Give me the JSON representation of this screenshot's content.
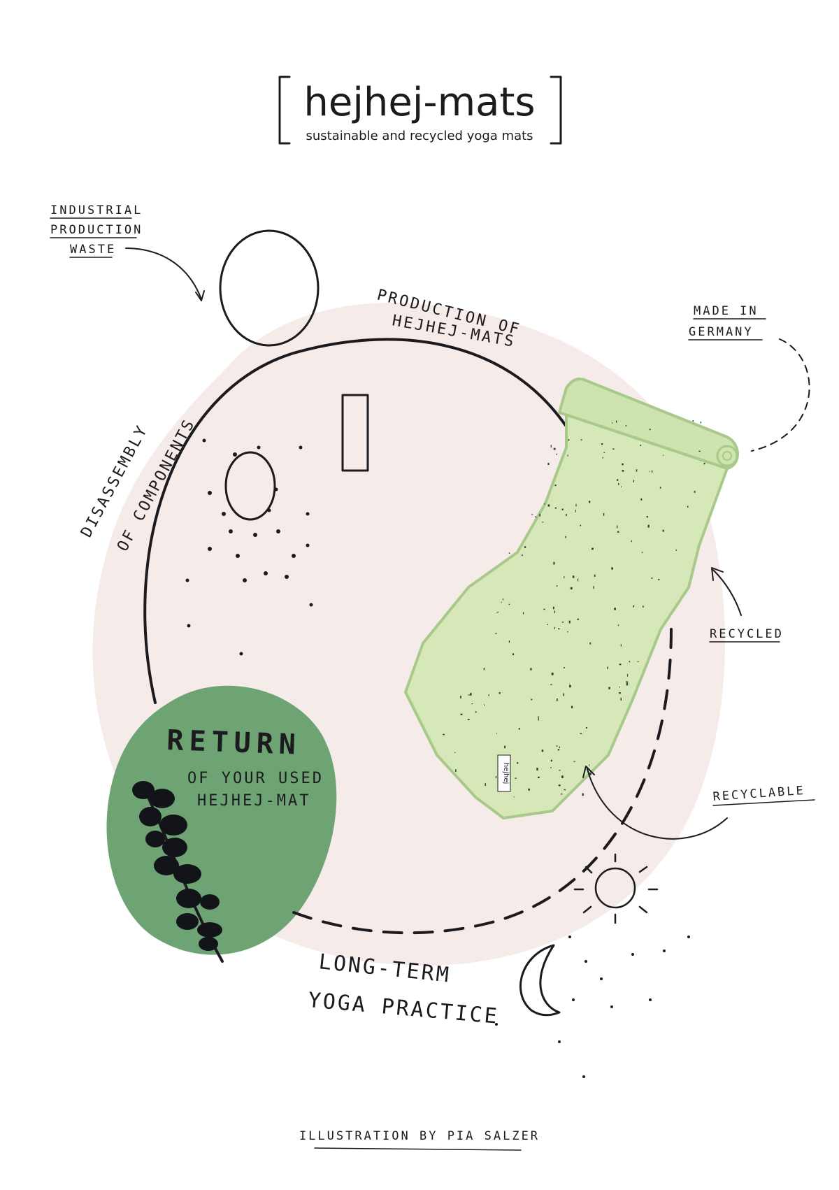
{
  "header": {
    "brand": "hejhej-mats",
    "tagline": "sustainable and recycled yoga mats"
  },
  "labels": {
    "industrial_waste": [
      "INDUSTRIAL",
      "PRODUCTION",
      "WASTE"
    ],
    "production": [
      "PRODUCTION OF",
      "HEJHEJ-MATS"
    ],
    "made_in": [
      "MADE IN",
      "GERMANY"
    ],
    "disassembly": [
      "DISASSEMBLY",
      "OF COMPONENTS"
    ],
    "recycled": "RECYCLED",
    "recyclable": "RECYCLABLE",
    "return_title": "RETURN",
    "return_sub": [
      "OF YOUR USED",
      "HEJHEJ-MAT"
    ],
    "long_term": [
      "LONG-TERM",
      "YOGA PRACTICE"
    ],
    "mat_tag": "hejhej"
  },
  "footer": {
    "credit": "ILLUSTRATION BY PIA SALZER"
  },
  "colors": {
    "blush": "#f5ebe8",
    "mat_green": "#d6e8b8",
    "mat_edge": "#a9c98a",
    "return_green": "#6ea474",
    "ink": "#1b1b1f"
  }
}
